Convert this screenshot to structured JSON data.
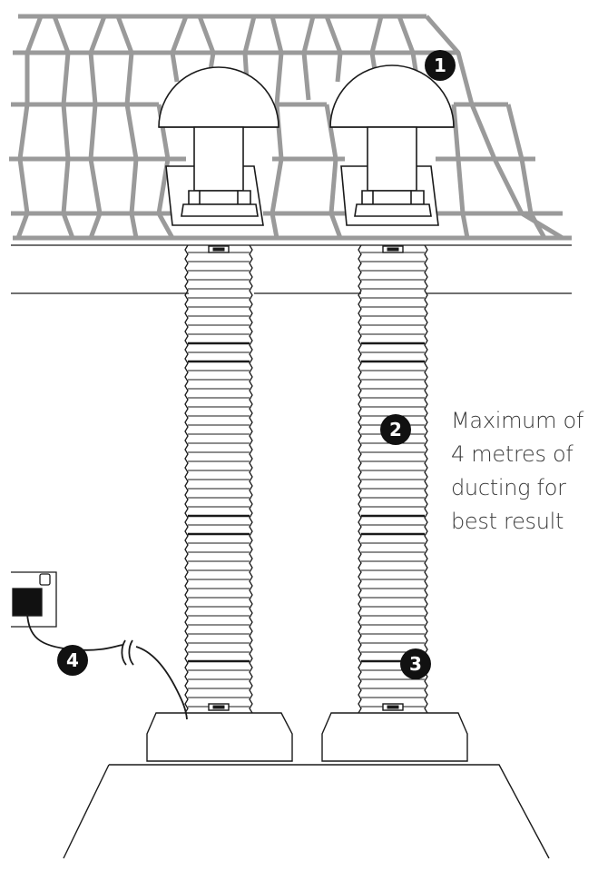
{
  "callouts": [
    {
      "number": "1",
      "target": "roof vent cowl"
    },
    {
      "number": "2",
      "target": "flexible ducting"
    },
    {
      "number": "3",
      "target": "duct clamp"
    },
    {
      "number": "4",
      "target": "power cable"
    }
  ],
  "note": {
    "lines": [
      "Maximum of",
      "4 metres of",
      "ducting for",
      "best result"
    ]
  },
  "colors": {
    "tile_stroke": "#9a9a9a",
    "line": "#1a1a1a",
    "badge": "#111111",
    "text": "#3a3a3a"
  }
}
